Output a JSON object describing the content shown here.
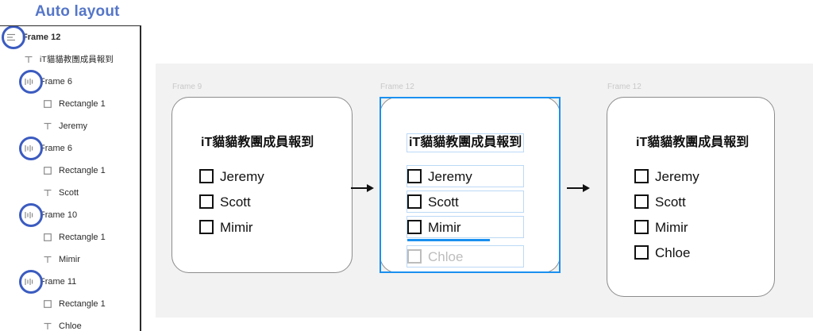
{
  "page": {
    "title": "Auto layout"
  },
  "sidebar": {
    "layers": [
      {
        "icon": "auto-layout-vertical-icon",
        "label": "Frame 12",
        "depth": 0,
        "bold": true,
        "circled": true,
        "cjk": false
      },
      {
        "icon": "text-icon",
        "label": "iT貓貓教團成員報到",
        "depth": 1,
        "bold": false,
        "circled": false,
        "cjk": true
      },
      {
        "icon": "auto-layout-horizontal-icon",
        "label": "Frame 6",
        "depth": 1,
        "bold": false,
        "circled": true,
        "cjk": false
      },
      {
        "icon": "rectangle-icon",
        "label": "Rectangle 1",
        "depth": 2,
        "bold": false,
        "circled": false,
        "cjk": false
      },
      {
        "icon": "text-icon",
        "label": "Jeremy",
        "depth": 2,
        "bold": false,
        "circled": false,
        "cjk": false
      },
      {
        "icon": "auto-layout-horizontal-icon",
        "label": "Frame 6",
        "depth": 1,
        "bold": false,
        "circled": true,
        "cjk": false
      },
      {
        "icon": "rectangle-icon",
        "label": "Rectangle 1",
        "depth": 2,
        "bold": false,
        "circled": false,
        "cjk": false
      },
      {
        "icon": "text-icon",
        "label": "Scott",
        "depth": 2,
        "bold": false,
        "circled": false,
        "cjk": false
      },
      {
        "icon": "auto-layout-horizontal-icon",
        "label": "Frame 10",
        "depth": 1,
        "bold": false,
        "circled": true,
        "cjk": false
      },
      {
        "icon": "rectangle-icon",
        "label": "Rectangle 1",
        "depth": 2,
        "bold": false,
        "circled": false,
        "cjk": false
      },
      {
        "icon": "text-icon",
        "label": "Mimir",
        "depth": 2,
        "bold": false,
        "circled": false,
        "cjk": false
      },
      {
        "icon": "auto-layout-horizontal-icon",
        "label": "Frame 11",
        "depth": 1,
        "bold": false,
        "circled": true,
        "cjk": false
      },
      {
        "icon": "rectangle-icon",
        "label": "Rectangle 1",
        "depth": 2,
        "bold": false,
        "circled": false,
        "cjk": false
      },
      {
        "icon": "text-icon",
        "label": "Chloe",
        "depth": 2,
        "bold": false,
        "circled": false,
        "cjk": false
      }
    ]
  },
  "canvas": {
    "background_color": "#f2f2f2",
    "selection_color": "#1a90f0",
    "child_outline_color": "#bcd9f5",
    "frames": [
      {
        "name": "Frame 9",
        "title": "iT貓貓教團成員報到",
        "selected": false,
        "rows": [
          {
            "label": "Jeremy",
            "ghost": false,
            "insert_after": false
          },
          {
            "label": "Scott",
            "ghost": false,
            "insert_after": false
          },
          {
            "label": "Mimir",
            "ghost": false,
            "insert_after": false
          }
        ]
      },
      {
        "name": "Frame 12",
        "title": "iT貓貓教團成員報到",
        "selected": true,
        "rows": [
          {
            "label": "Jeremy",
            "ghost": false,
            "insert_after": false
          },
          {
            "label": "Scott",
            "ghost": false,
            "insert_after": false
          },
          {
            "label": "Mimir",
            "ghost": false,
            "insert_after": true
          },
          {
            "label": "Chloe",
            "ghost": true,
            "insert_after": false
          }
        ]
      },
      {
        "name": "Frame 12",
        "title": "iT貓貓教團成員報到",
        "selected": false,
        "rows": [
          {
            "label": "Jeremy",
            "ghost": false,
            "insert_after": false
          },
          {
            "label": "Scott",
            "ghost": false,
            "insert_after": false
          },
          {
            "label": "Mimir",
            "ghost": false,
            "insert_after": false
          },
          {
            "label": "Chloe",
            "ghost": false,
            "insert_after": false
          }
        ]
      }
    ],
    "arrows": [
      {
        "name": "arrow-frame1-to-frame2"
      },
      {
        "name": "arrow-frame2-to-frame3"
      }
    ]
  }
}
